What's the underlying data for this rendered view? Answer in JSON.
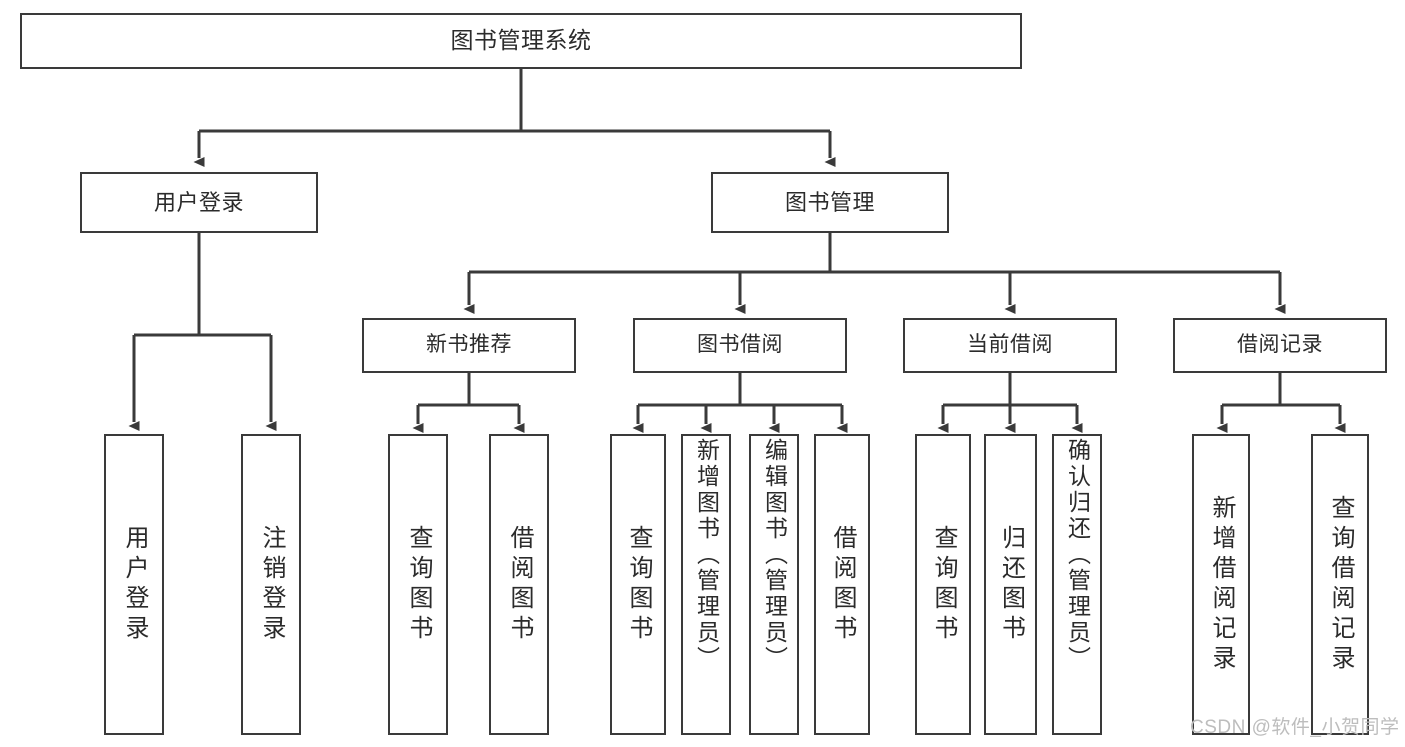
{
  "diagram": {
    "title": "图书管理系统",
    "type": "hierarchy-tree",
    "watermark": "CSDN @软件_小贺同学",
    "colors": {
      "box_border": "#3a3a3a",
      "box_fill": "#ffffff",
      "connector": "#3a3a3a",
      "text": "#2b2b2b",
      "watermark": "#bdbdbd",
      "background": "#ffffff"
    },
    "nodes": {
      "root": {
        "label": "图书管理系统"
      },
      "level2": [
        {
          "id": "user-login",
          "label": "用户登录"
        },
        {
          "id": "book-manage",
          "label": "图书管理"
        }
      ],
      "level3": [
        {
          "id": "new-book-recommend",
          "label": "新书推荐"
        },
        {
          "id": "book-borrow",
          "label": "图书借阅"
        },
        {
          "id": "current-borrow",
          "label": "当前借阅"
        },
        {
          "id": "borrow-record",
          "label": "借阅记录"
        }
      ],
      "leaves": {
        "user-login": [
          {
            "id": "leaf-user-login",
            "label": "用户登录"
          },
          {
            "id": "leaf-user-logout",
            "label": "注销登录"
          }
        ],
        "new-book-recommend": [
          {
            "id": "leaf-query-book-1",
            "label": "查询图书"
          },
          {
            "id": "leaf-borrow-book-1",
            "label": "借阅图书"
          }
        ],
        "book-borrow": [
          {
            "id": "leaf-query-book-2",
            "label": "查询图书"
          },
          {
            "id": "leaf-add-book",
            "label": "新增图书（管理员）"
          },
          {
            "id": "leaf-edit-book",
            "label": "编辑图书（管理员）"
          },
          {
            "id": "leaf-borrow-book-2",
            "label": "借阅图书"
          }
        ],
        "current-borrow": [
          {
            "id": "leaf-query-book-3",
            "label": "查询图书"
          },
          {
            "id": "leaf-return-book",
            "label": "归还图书"
          },
          {
            "id": "leaf-confirm-return",
            "label": "确认归还（管理员）"
          }
        ],
        "borrow-record": [
          {
            "id": "leaf-add-record",
            "label": "新增借阅记录"
          },
          {
            "id": "leaf-query-record",
            "label": "查询借阅记录"
          }
        ]
      }
    }
  }
}
